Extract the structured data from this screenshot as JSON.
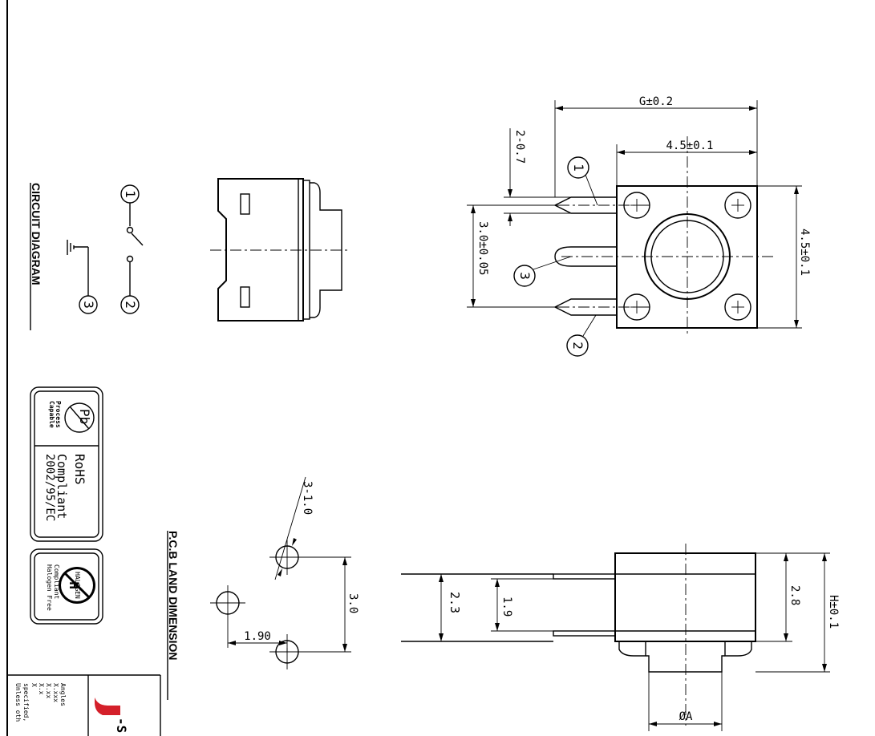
{
  "labels": {
    "circuit_diagram": "CIRCUIT DIAGRAM",
    "pcb_land_dimension": "P.C.B LAND DIMENSION"
  },
  "pins": [
    "1",
    "2",
    "3"
  ],
  "dimensions": {
    "g": "G±0.2",
    "width_top": "4.5±0.1",
    "pin_width": "2-0.7",
    "pin_pitch": "3.0±0.05",
    "height_side": "4.5±0.1",
    "pcb_hole": "3-1.0",
    "pcb_pitch": "3.0",
    "pcb_offset": "1.90",
    "body_23": "2.3",
    "body_19": "1.9",
    "body_28": "2.8",
    "h": "H±0.1",
    "phi_a": "ØA"
  },
  "badges": {
    "pb": {
      "symbol": "Pb",
      "line1": "Process",
      "line2": "Capable"
    },
    "rohs": {
      "title": "RoHS",
      "line1": "Compliant",
      "line2": "2002/95/EC"
    },
    "halogen": {
      "symbol": "H",
      "line1": "Compliant",
      "line2": "Halogen Free",
      "badge": "HALOGEN"
    }
  },
  "notes": {
    "line1": "Unless oth",
    "line2": "specified,",
    "tol": [
      "X",
      "X.x",
      "X.xx",
      "X.xxx",
      "Angles"
    ]
  }
}
